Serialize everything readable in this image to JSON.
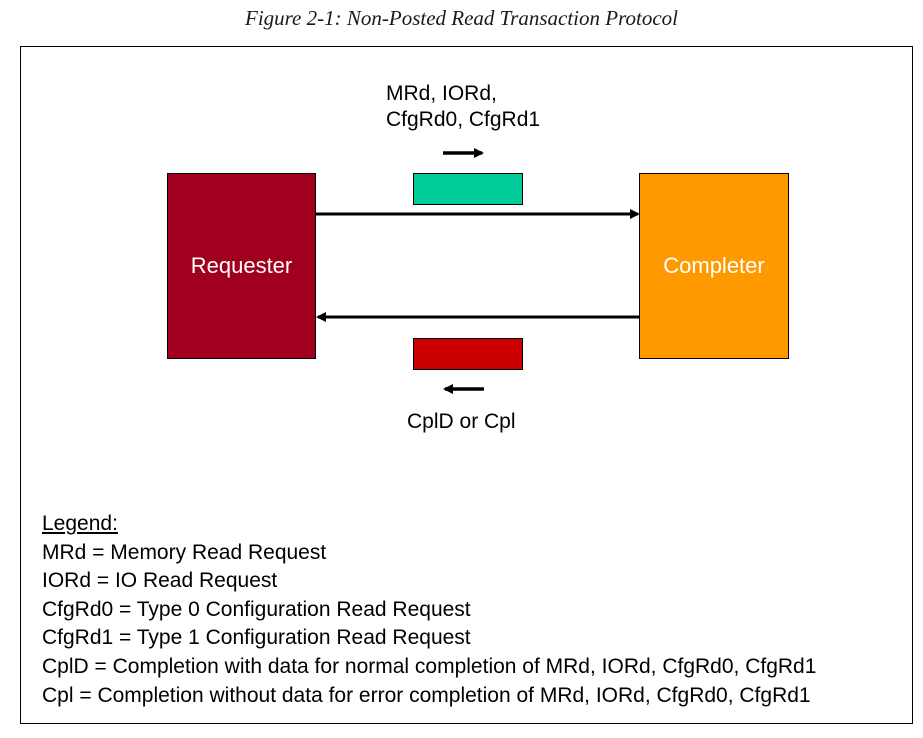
{
  "caption": "Figure 2-1: Non-Posted Read Transaction Protocol",
  "colors": {
    "requester": "#a0001e",
    "completer": "#ff9900",
    "request_packet": "#00cc99",
    "completion_packet": "#cc0000",
    "line": "#000000"
  },
  "requester": {
    "label": "Requester"
  },
  "completer": {
    "label": "Completer"
  },
  "request": {
    "label_line1": "MRd, IORd,",
    "label_line2": "CfgRd0, CfgRd1"
  },
  "completion": {
    "label": "CplD or Cpl"
  },
  "legend": {
    "title": "Legend:",
    "entries": [
      "MRd = Memory Read Request",
      "IORd = IO Read Request",
      "CfgRd0 = Type 0 Configuration Read Request",
      "CfgRd1 = Type 1 Configuration Read Request",
      "CplD = Completion with data for normal completion of MRd, IORd, CfgRd0, CfgRd1",
      "Cpl = Completion without data for error completion of MRd, IORd, CfgRd0, CfgRd1"
    ]
  }
}
